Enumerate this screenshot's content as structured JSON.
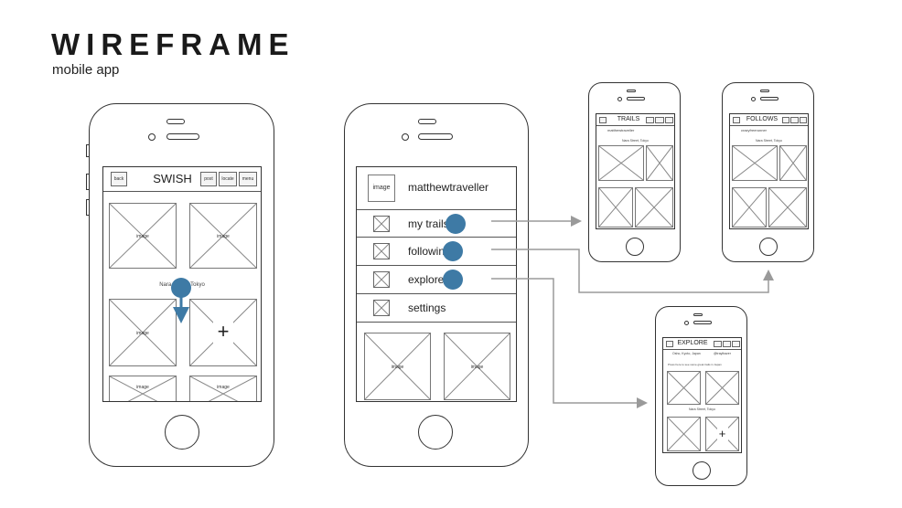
{
  "header": {
    "title": "WIREFRAME",
    "subtitle": "mobile app"
  },
  "placeholder_label": "image",
  "colors": {
    "accent": "#3e7aa5",
    "arrow": "#9a9a9a",
    "outline": "#333333"
  },
  "screen_swish": {
    "back": "back",
    "title": "SWISH",
    "post": "post",
    "locate": "locate",
    "menu": "menu",
    "location": "Nara Street, Tokyo",
    "add": "+"
  },
  "screen_menu": {
    "profile_image": "image",
    "username": "matthewtraveller",
    "items": [
      "my trails",
      "following",
      "explore",
      "settings"
    ]
  },
  "screen_trails": {
    "title": "TRAILS",
    "username": "matthewtraveller",
    "location": "Nara Street, Tokyo"
  },
  "screen_follows": {
    "title": "FOLLOWS",
    "username": "crazyfreerunner",
    "location": "Nara Street, Tokyo"
  },
  "screen_explore": {
    "title": "EXPLORE",
    "location_line": "Osho, Kyoto, Japan",
    "username": "@traylbazer",
    "caption": "Press here to see some great trails in Japan",
    "location": "Nara Street, Tokyo",
    "add": "+"
  }
}
